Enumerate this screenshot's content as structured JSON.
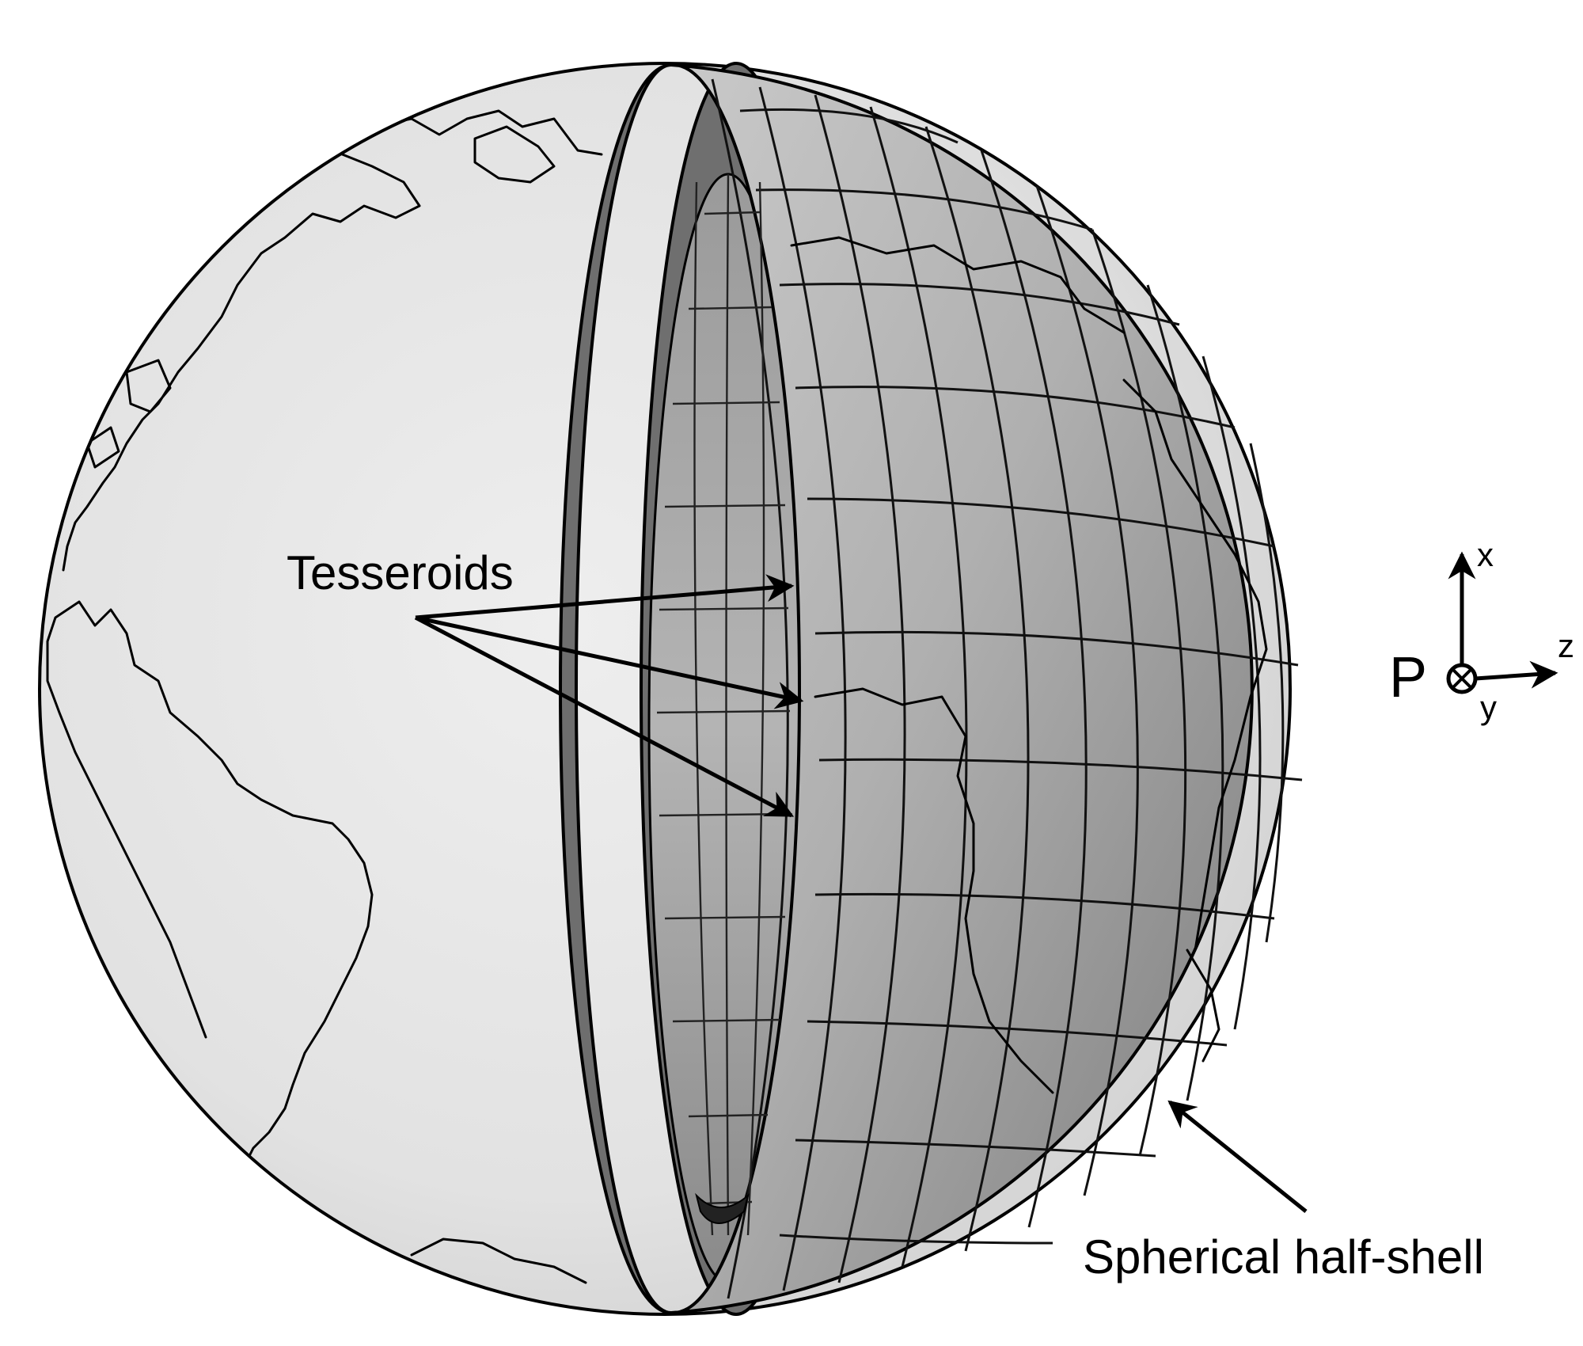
{
  "labels": {
    "tesseroids": "Tesseroids",
    "half_shell": "Spherical half-shell",
    "point": "P",
    "axis_x": "x",
    "axis_y": "y",
    "axis_z": "z"
  },
  "colors": {
    "globe_light": "#e6e6e6",
    "shell_face": "#9a9a9a",
    "shell_rim": "#6e6e6e",
    "ink": "#000000"
  }
}
